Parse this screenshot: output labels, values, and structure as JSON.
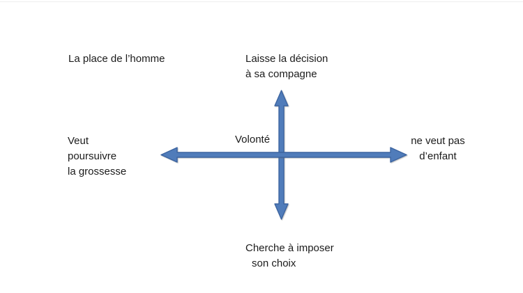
{
  "colors": {
    "background": "#ffffff",
    "text": "#1b1b1b",
    "arrow_fill": "#507cba",
    "arrow_stroke": "#3c64a0"
  },
  "diagram": {
    "top_left_label": "La place de l’homme",
    "top_label": {
      "lines": [
        "Laisse la décision",
        "à sa compagne"
      ]
    },
    "left_label": {
      "lines": [
        "Veut",
        "poursuivre",
        "la grossesse"
      ]
    },
    "center_label": "Volonté",
    "right_label": {
      "lines": [
        "ne veut pas",
        "d’enfant"
      ]
    },
    "bottom_label": {
      "lines": [
        "Cherche à imposer",
        "son choix"
      ]
    },
    "icons": {
      "vertical_arrow": "double-arrow-vertical-icon",
      "horizontal_arrow": "double-arrow-horizontal-icon"
    }
  }
}
